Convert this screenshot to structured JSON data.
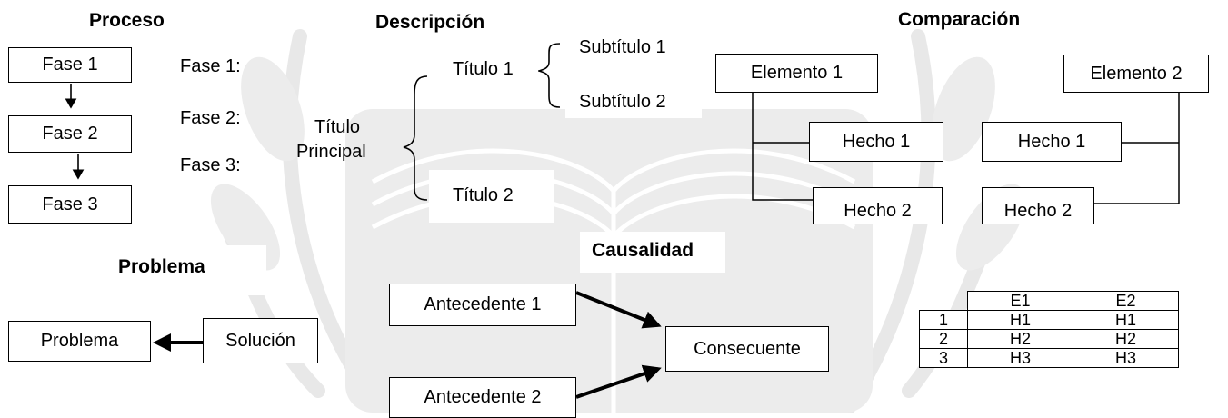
{
  "proceso": {
    "heading": "Proceso",
    "boxes": [
      "Fase 1",
      "Fase 2",
      "Fase 3"
    ],
    "labels": [
      "Fase 1:",
      "Fase 2:",
      "Fase 3:"
    ]
  },
  "descripcion": {
    "heading": "Descripción",
    "main_title": [
      "Título",
      "Principal"
    ],
    "title1": "Título 1",
    "title2": "Título 2",
    "subtitle1": "Subtítulo 1",
    "subtitle2": "Subtítulo 2"
  },
  "comparacion": {
    "heading": "Comparación",
    "element1": "Elemento 1",
    "element2": "Elemento 2",
    "facts_left": [
      "Hecho 1",
      "Hecho 2"
    ],
    "facts_right": [
      "Hecho 1",
      "Hecho 2"
    ]
  },
  "problema": {
    "heading": "Problema",
    "problem": "Problema",
    "solution": "Solución"
  },
  "causalidad": {
    "heading": "Causalidad",
    "antecedent1": "Antecedente 1",
    "antecedent2": "Antecedente 2",
    "consequent": "Consecuente"
  },
  "table": {
    "header": [
      "",
      "E1",
      "E2"
    ],
    "rows": [
      [
        "1",
        "H1",
        "H1"
      ],
      [
        "2",
        "H2",
        "H2"
      ],
      [
        "3",
        "H3",
        "H3"
      ]
    ]
  },
  "watermark": {
    "color": "#e9e9e9"
  }
}
